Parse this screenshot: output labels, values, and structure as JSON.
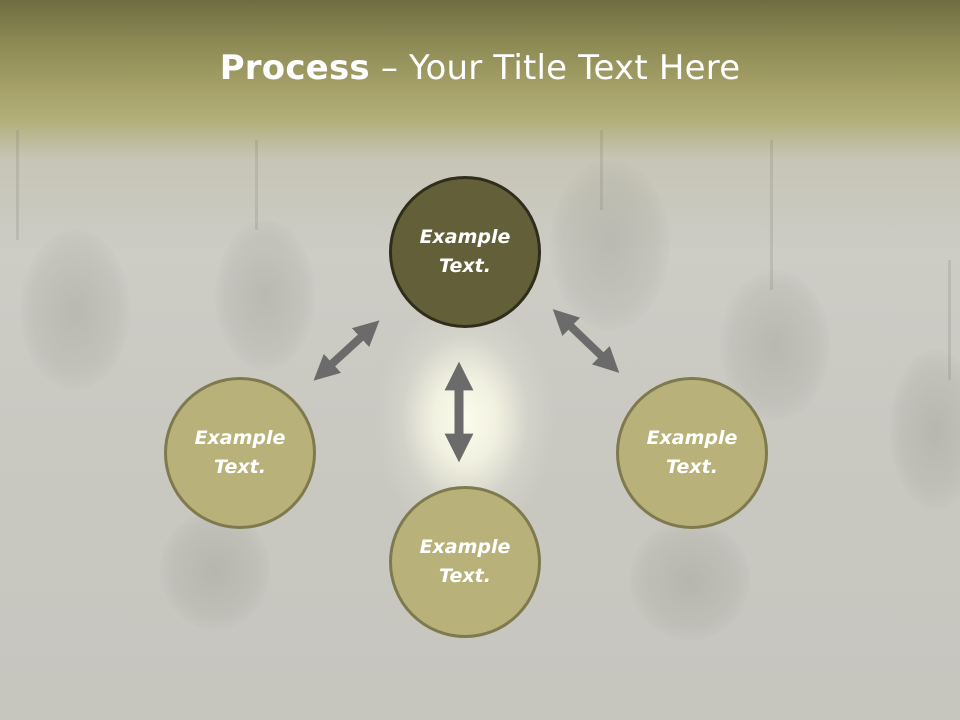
{
  "title": {
    "bold": "Process",
    "rest": " – Your Title Text Here"
  },
  "nodes": {
    "top": {
      "line1": "Example",
      "line2": "Text."
    },
    "left": {
      "line1": "Example",
      "line2": "Text."
    },
    "right": {
      "line1": "Example",
      "line2": "Text."
    },
    "bottom": {
      "line1": "Example",
      "line2": "Text."
    }
  },
  "colors": {
    "header": "#8e8a55",
    "center_node": "#636039",
    "outer_node": "#b8b27a",
    "arrow": "#6b6b6b"
  }
}
